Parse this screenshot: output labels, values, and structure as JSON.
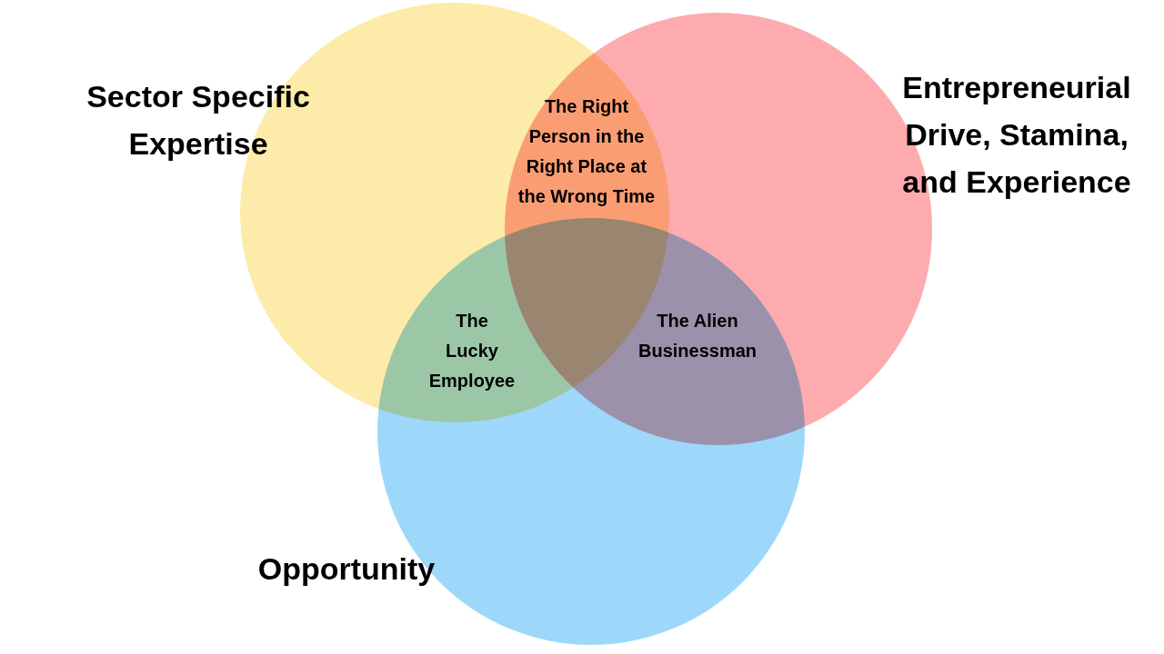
{
  "diagram": {
    "nodes": [
      {
        "text": [
          "Sector Specific Expertise"
        ]
      },
      {
        "text": [
          "Entrepreneurial Drive, Stamina, and Experience"
        ]
      },
      {
        "text": [
          "Opportunity"
        ]
      }
    ],
    "labels": [
      "The Right Person in the Right Place at the Wrong Time",
      "The Lucky Employee",
      "The Alien Businessman"
    ]
  }
}
